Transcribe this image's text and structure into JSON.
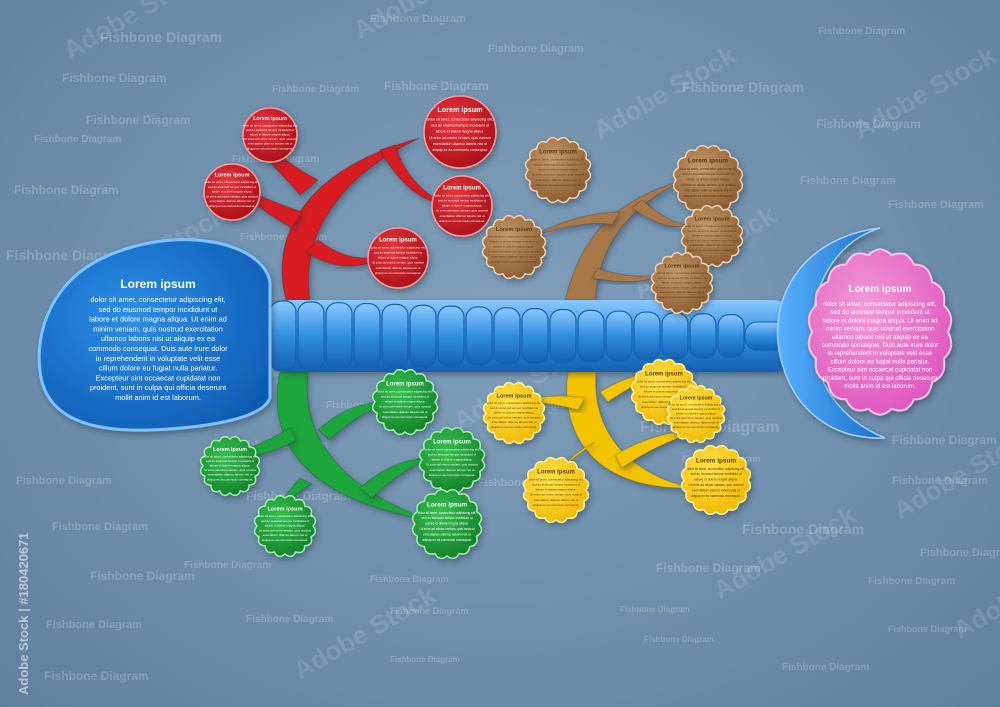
{
  "background_text": "Fishbone Diagram",
  "watermark": "Adobe Stock",
  "stock_id": "Adobe Stock | #180420671",
  "head": {
    "title": "Lorem ipsum",
    "body": [
      "dolor sit amet, consectetur adipiscing elit,",
      "sed do eiusmod tempor incididunt ut",
      "labore et dolore magna aliqua. Ut enim ad",
      "minim veniam, quis nostrud exercitation",
      "ullamco laboris nisi ut aliquip ex ea",
      "commodo consequat. Duis aute irure dolor",
      "in reprehenderit in voluptate velit esse",
      "cillum dolore eu fugiat nulla pariatur.",
      "Excepteur sint occaecat cupidatat non",
      "proident, sunt in culpa qui officia deserunt",
      "mollit anim id est laborum."
    ]
  },
  "tail": {
    "title": "Lorem ipsum",
    "body": [
      "dolor sit amet, consectetur adipiscing elit,",
      "sed do eiusmod tempor incididunt ut",
      "labore et dolore magna aliqua. Ut enim ad",
      "minim veniam, quis nostrud exercitation",
      "ullamco laboris nisi ut aliquip ex ea",
      "commodo consequat. Duis aute irure dolor",
      "in reprehenderit in voluptate velit esse",
      "cillum dolore eu fugiat nulla pariatur.",
      "Excepteur sint occaecat cupidatat non",
      "proident, sunt in culpa qui officia deserunt",
      "mollit anim id est laborum."
    ]
  },
  "bubble_title": "Lorem ipsum",
  "bubble_lines": [
    "dolor sit amet, consectetur adipiscing elit,",
    "sed do eiusmod tempor incididunt ut",
    "labore et dolore magna aliqua.",
    "Ut enim ad minim veniam, quis nostrud",
    "exercitation ullamco laboris nisi ut",
    "aliquip ex ea commodo consequat."
  ],
  "colors": {
    "spine": "#2f8ee0",
    "head": "#1a78d6",
    "tail": "#e66fc8",
    "red": "#d81a22",
    "green": "#1ea63a",
    "brown": "#a9784a",
    "yellow": "#f3c400"
  }
}
